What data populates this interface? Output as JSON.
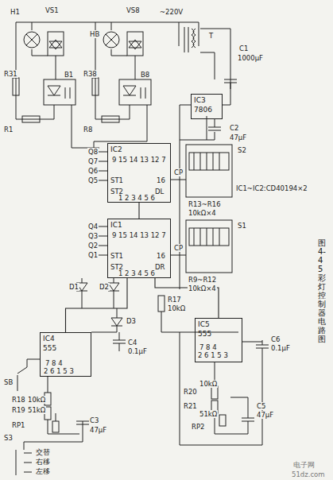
{
  "diagram": {
    "caption": "图 4-45 彩灯控制器电路图",
    "nodes": [
      {
        "text": [
          "IC2"
        ]
      },
      {
        "text": [
          "IC1"
        ]
      },
      {
        "text": [
          "IC3",
          "7806"
        ]
      },
      {
        "text": [
          "IC4",
          "555"
        ]
      },
      {
        "text": [
          "IC5",
          "555"
        ]
      }
    ],
    "edges": [
      {
        "from": 1,
        "to": 0,
        "arrow": "none"
      },
      {
        "from": 3,
        "to": 1,
        "arrow": "none"
      },
      {
        "from": 4,
        "to": 1,
        "arrow": "none"
      }
    ],
    "labels": [
      "H1",
      "VS1",
      "R31",
      "B1",
      "R1",
      "HB",
      "VS8",
      "R38",
      "B8",
      "R8",
      "~220V",
      "T",
      "C1",
      "1000μF",
      "C2",
      "47μF",
      "Q8",
      "Q7",
      "Q6",
      "Q5",
      "Q4",
      "Q3",
      "Q2",
      "Q1",
      "9 15 14 13 12 7",
      "ST1",
      "ST2",
      "16",
      "DL",
      "1 2 3 4 5 6",
      "9 15 14 13 12 7",
      "ST1",
      "ST2",
      "16",
      "DR",
      "CP",
      "1 2 3 4 5 6",
      "CP",
      "S2",
      "R13~R16",
      "10kΩ×4",
      "S1",
      "R9~R12",
      "10kΩ×4",
      "IC1~IC2:CD40194×2",
      "D1",
      "D2",
      "R17",
      "10kΩ",
      "D3",
      "SB",
      "R18",
      "10kΩ",
      "R19",
      "51kΩ",
      "RP1",
      "S3",
      "C3",
      "47μF",
      "C4",
      "0.1μF",
      "R20",
      "10kΩ",
      "R21",
      "51kΩ",
      "RP2",
      "C5",
      "47μF",
      "C6",
      "0.1μF",
      "交替",
      "右移",
      "左移",
      "7 8 4",
      "2 6 1 5 3",
      "7 8 4",
      "2 6 1 5 3",
      "电子网",
      "51dz.com"
    ]
  }
}
